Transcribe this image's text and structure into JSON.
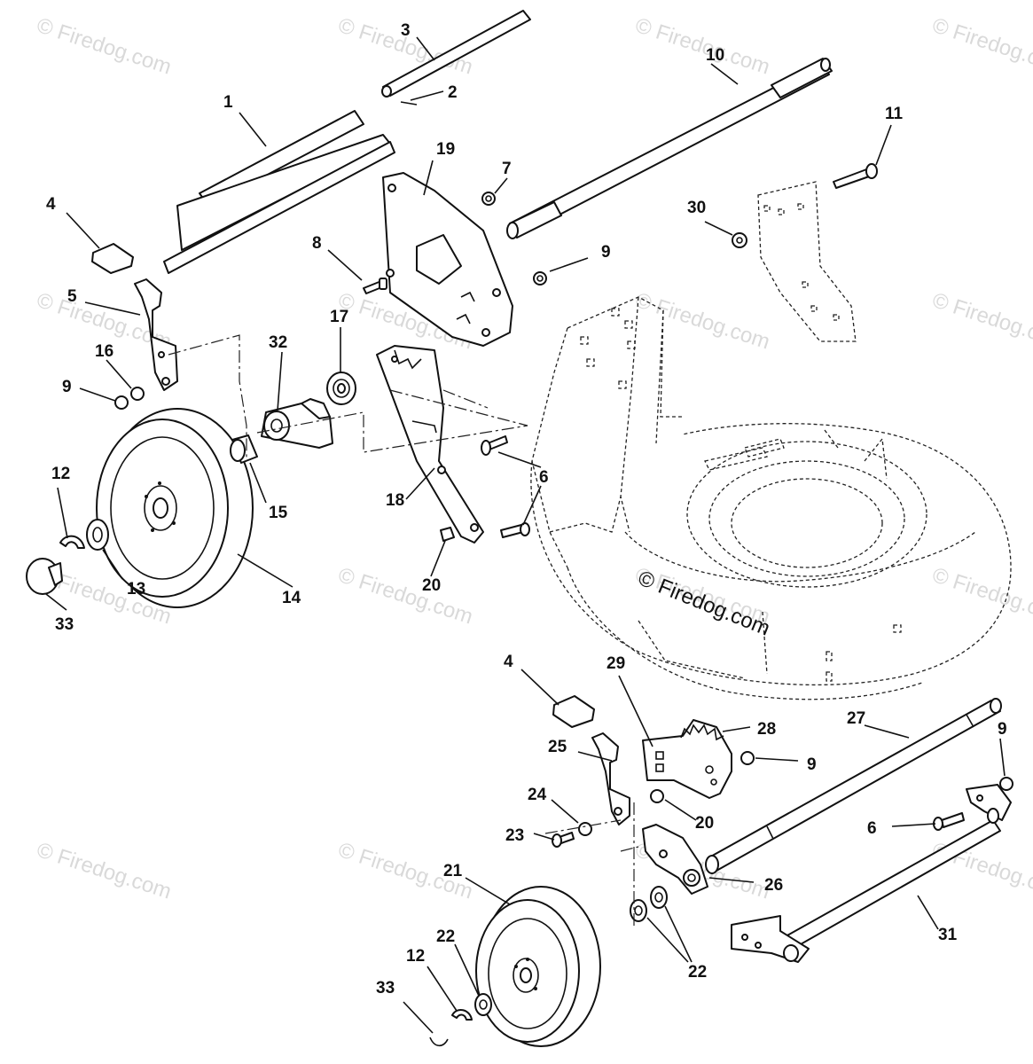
{
  "watermark_text": "© Firedog.com",
  "logo_text": "© Firedog.com",
  "callouts": [
    {
      "id": "1",
      "text": "1"
    },
    {
      "id": "2",
      "text": "2"
    },
    {
      "id": "3",
      "text": "3"
    },
    {
      "id": "4a",
      "text": "4"
    },
    {
      "id": "4b",
      "text": "4"
    },
    {
      "id": "5",
      "text": "5"
    },
    {
      "id": "6a",
      "text": "6"
    },
    {
      "id": "6b",
      "text": "6"
    },
    {
      "id": "7",
      "text": "7"
    },
    {
      "id": "8",
      "text": "8"
    },
    {
      "id": "9a",
      "text": "9"
    },
    {
      "id": "9b",
      "text": "9"
    },
    {
      "id": "9c",
      "text": "9"
    },
    {
      "id": "9d",
      "text": "9"
    },
    {
      "id": "10",
      "text": "10"
    },
    {
      "id": "11",
      "text": "11"
    },
    {
      "id": "12a",
      "text": "12"
    },
    {
      "id": "12b",
      "text": "12"
    },
    {
      "id": "13",
      "text": "13"
    },
    {
      "id": "14",
      "text": "14"
    },
    {
      "id": "15",
      "text": "15"
    },
    {
      "id": "16",
      "text": "16"
    },
    {
      "id": "17",
      "text": "17"
    },
    {
      "id": "18",
      "text": "18"
    },
    {
      "id": "19",
      "text": "19"
    },
    {
      "id": "20a",
      "text": "20"
    },
    {
      "id": "20b",
      "text": "20"
    },
    {
      "id": "21",
      "text": "21"
    },
    {
      "id": "22a",
      "text": "22"
    },
    {
      "id": "22b",
      "text": "22"
    },
    {
      "id": "23",
      "text": "23"
    },
    {
      "id": "24",
      "text": "24"
    },
    {
      "id": "25",
      "text": "25"
    },
    {
      "id": "26",
      "text": "26"
    },
    {
      "id": "27",
      "text": "27"
    },
    {
      "id": "28",
      "text": "28"
    },
    {
      "id": "29",
      "text": "29"
    },
    {
      "id": "30",
      "text": "30"
    },
    {
      "id": "31",
      "text": "31"
    },
    {
      "id": "32",
      "text": "32"
    },
    {
      "id": "33a",
      "text": "33"
    },
    {
      "id": "33b",
      "text": "33"
    }
  ]
}
